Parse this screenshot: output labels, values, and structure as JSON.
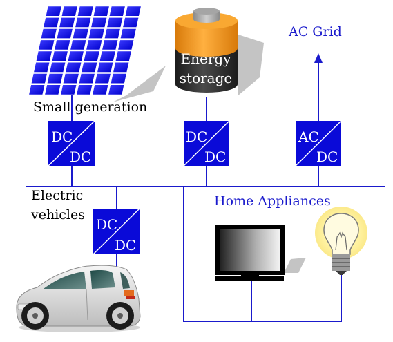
{
  "labels": {
    "small_generation": "Small generation",
    "energy_storage_line1": "Energy",
    "energy_storage_line2": "storage",
    "ac_grid": "AC Grid",
    "electric_vehicles_line1": "Electric",
    "electric_vehicles_line2": "vehicles",
    "home_appliances": "Home Appliances"
  },
  "converters": {
    "solar": {
      "top": "DC",
      "bottom": "DC"
    },
    "storage": {
      "top": "DC",
      "bottom": "DC"
    },
    "grid": {
      "top": "AC",
      "bottom": "DC"
    },
    "ev": {
      "top": "DC",
      "bottom": "DC"
    }
  },
  "colors": {
    "line_blue": "#1a1acc",
    "converter_blue": "#0a0ad8",
    "label_blue": "#1a1acc",
    "battery_orange": "#f59a1e",
    "battery_body": "#2b2b2b",
    "shadow_gray": "#c4c4c4"
  },
  "icons": [
    "solar-panel-icon",
    "battery-icon",
    "car-icon",
    "monitor-icon",
    "light-bulb-icon",
    "arrow-up-icon"
  ]
}
